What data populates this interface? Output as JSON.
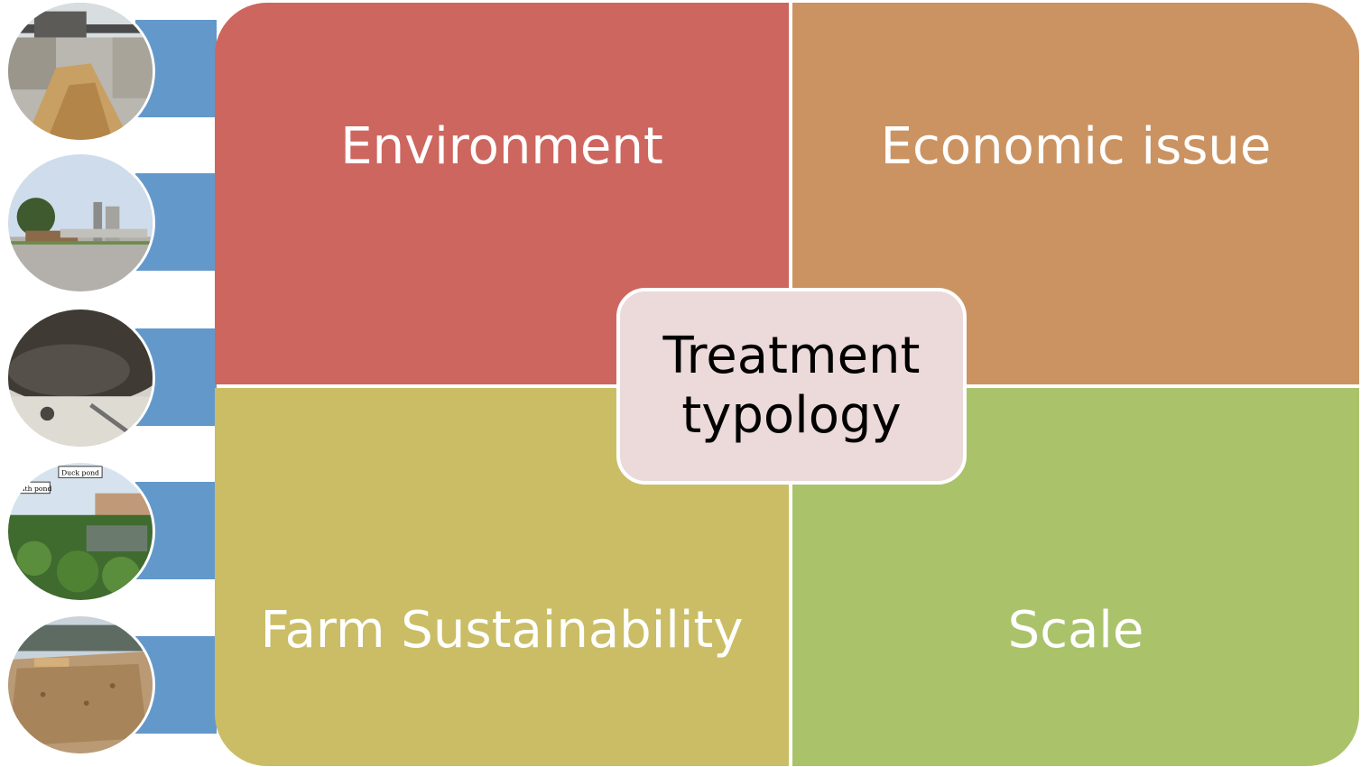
{
  "diagram": {
    "center": {
      "line1": "Treatment",
      "line2": "typology"
    },
    "quadrants": {
      "environment": "Environment",
      "economic": "Economic issue",
      "farm": "Farm Sustainability",
      "scale": "Scale"
    },
    "photo_labels": {
      "duck_pond": "Duck pond",
      "hyacinth_pond": "yacinth pond"
    }
  },
  "colors": {
    "environment": "#cd665e",
    "economic": "#cb9361",
    "farm": "#cabd65",
    "scale": "#aac36b",
    "center": "#ecd9d9",
    "tabs": "#6398cb"
  }
}
